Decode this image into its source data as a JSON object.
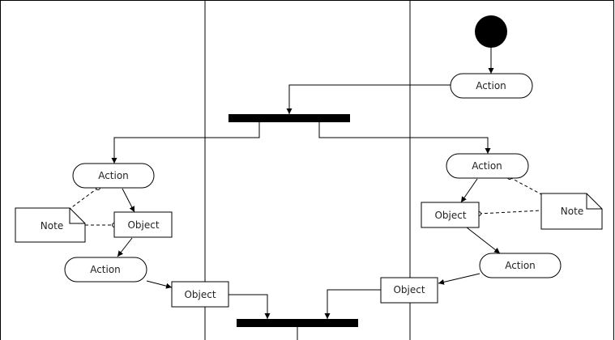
{
  "diagram": {
    "swimlanes": 3,
    "nodes": {
      "action_top": "Action",
      "action_left": "Action",
      "action_left2": "Action",
      "action_right": "Action",
      "action_right2": "Action",
      "object_left": "Object",
      "object_center_left": "Object",
      "object_right": "Object",
      "object_center_right": "Object",
      "note_left": "Note",
      "note_right": "Note"
    }
  }
}
